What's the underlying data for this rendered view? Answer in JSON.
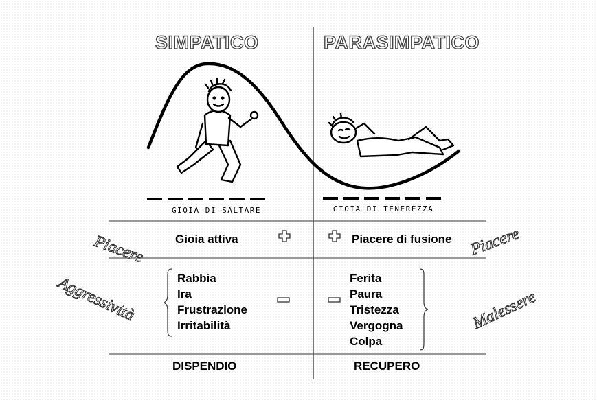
{
  "headers": {
    "left": "SIMPATICO",
    "right": "PARASIMPATICO"
  },
  "captions": {
    "left": "GIOIA DI SALTARE",
    "right": "GIOIA DI TENEREZZA"
  },
  "side_labels": {
    "pleasure_left": "Piacere",
    "pleasure_right": "Piacere",
    "aggression": "Aggressività",
    "malaise": "Malessere"
  },
  "row_plus": {
    "left": "Gioia attiva",
    "right": "Piacere di fusione"
  },
  "left_negative": [
    "Rabbia",
    "Ira",
    "Frustrazione",
    "Irritabilità"
  ],
  "right_negative": [
    "Ferita",
    "Paura",
    "Tristezza",
    "Vergogna",
    "Colpa"
  ],
  "footer": {
    "left": "DISPENDIO",
    "right": "RECUPERO"
  }
}
